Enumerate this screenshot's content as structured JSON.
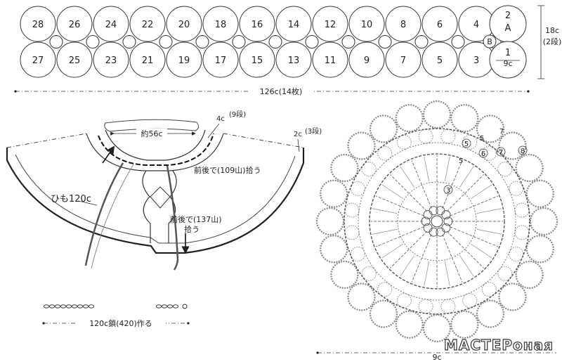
{
  "strip": {
    "top_numbers": [
      "28",
      "26",
      "24",
      "22",
      "20",
      "18",
      "16",
      "14",
      "12",
      "10",
      "8",
      "6",
      "4"
    ],
    "bottom_numbers": [
      "27",
      "25",
      "23",
      "21",
      "19",
      "17",
      "15",
      "13",
      "11",
      "9",
      "7",
      "5",
      "3"
    ],
    "right_top": {
      "row": "2",
      "letter": "A"
    },
    "right_bottom": {
      "row": "1",
      "size": "9c"
    },
    "joiner_label": "B",
    "height_label": "18c",
    "rows_label": "(2段)",
    "width_label": "126c(14枚)"
  },
  "collar": {
    "neck_label": "約56c",
    "neck_band": {
      "size": "4c",
      "rows": "(9段)"
    },
    "edge_band": {
      "size": "2c",
      "rows": "(3段)"
    },
    "pickup_upper": "前後で(109山)拾う",
    "pickup_lower_1": "前後で(137山)",
    "pickup_lower_2": "拾う",
    "tie_label": "ひも120c"
  },
  "cord": {
    "label": "120c鎖(420)作る"
  },
  "motif": {
    "round_labels": [
      "3",
      "5",
      "5",
      "5",
      "6",
      "7",
      "7",
      "8"
    ],
    "size_label": "9c"
  },
  "watermark": "МАСТЕРоная"
}
